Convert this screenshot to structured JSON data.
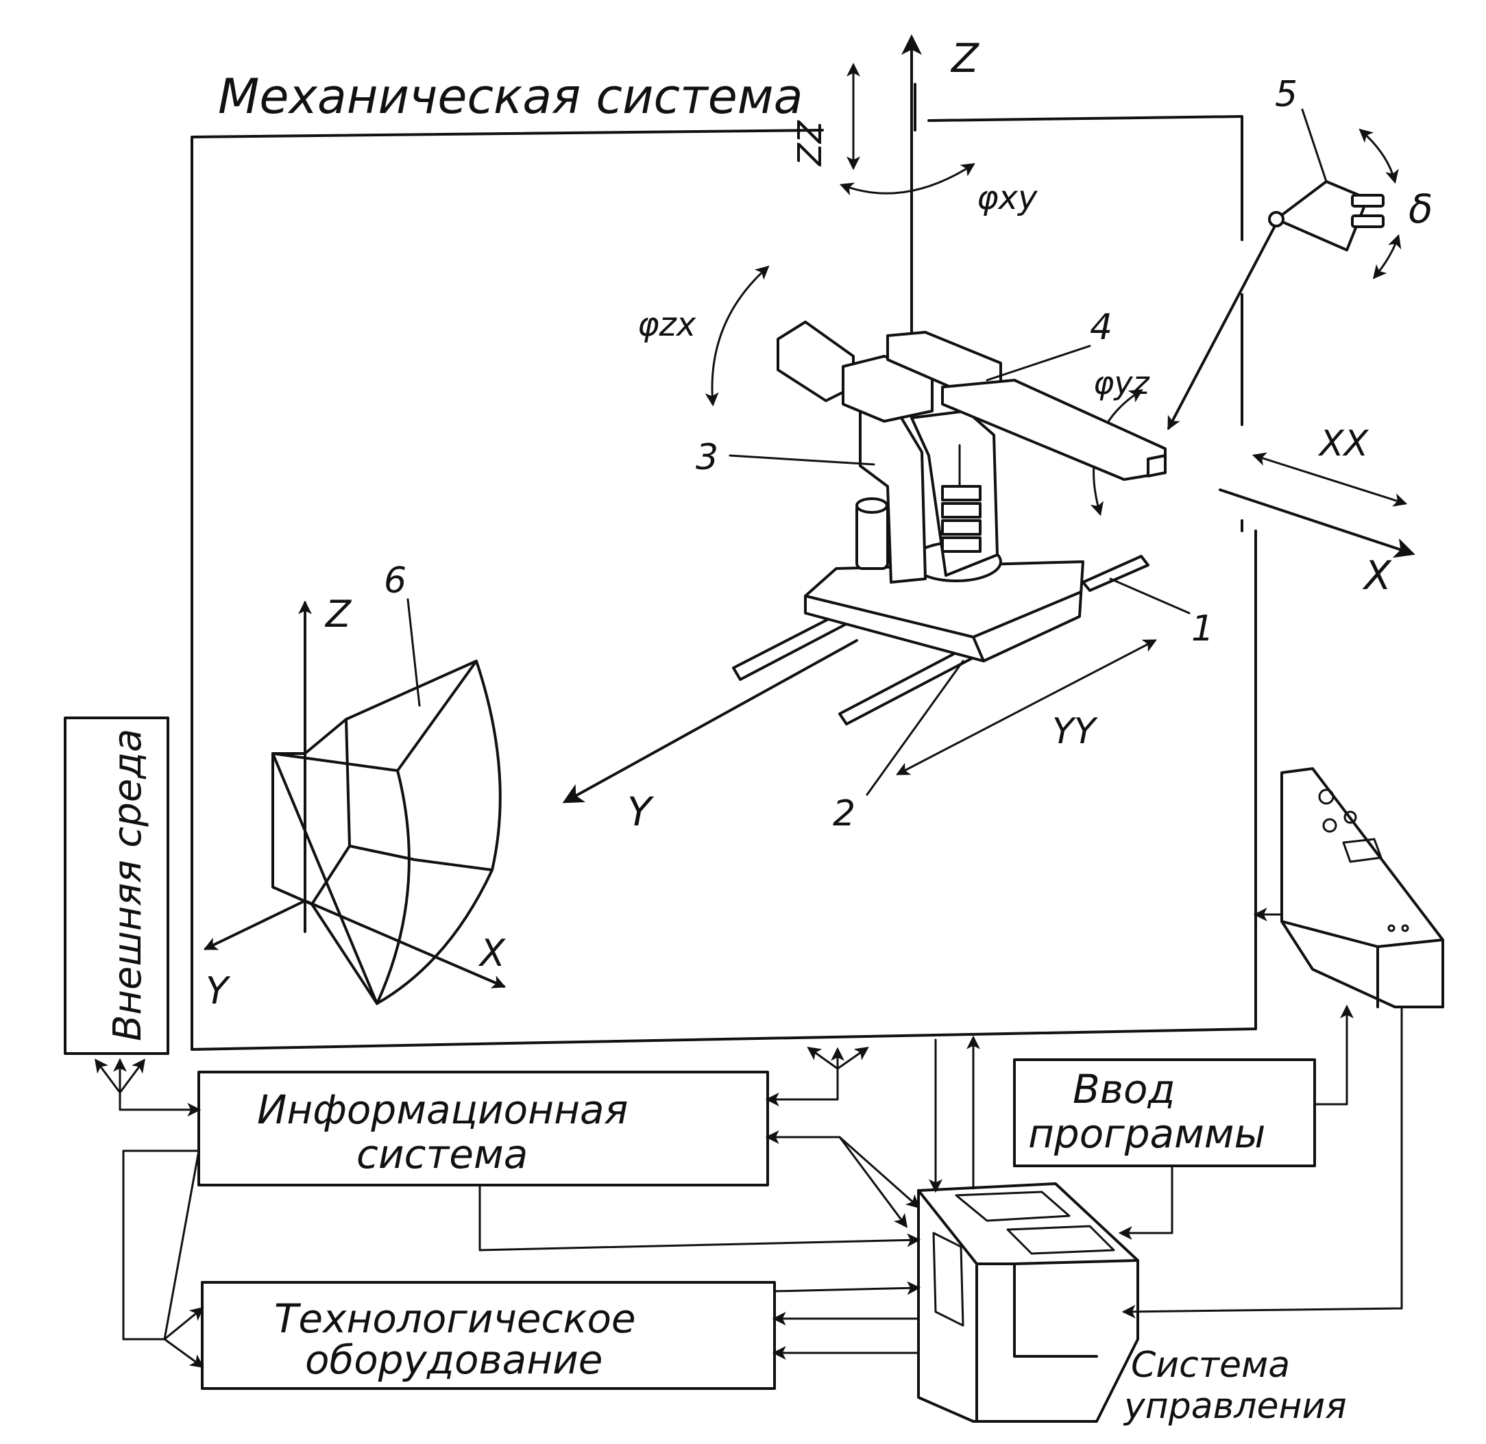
{
  "labels": {
    "mech_system": "Механическая система",
    "external_env": "Внешняя среда",
    "info_system_line1": "Информационная",
    "info_system_line2": "система",
    "program_input_line1": "Ввод",
    "program_input_line2": "программы",
    "tech_equipment_line1": "Технологическое",
    "tech_equipment_line2": "оборудование",
    "control_system_line1": "Система",
    "control_system_line2": "управления"
  },
  "axes": {
    "z_main": "Z",
    "zz": "ZZ",
    "phi_xy": "φxy",
    "phi_zx": "φzx",
    "phi_yz": "φyz",
    "xx": "XX",
    "x_main": "X",
    "yy": "YY",
    "y_main": "Y",
    "z_small": "Z",
    "y_small": "Y",
    "x_small": "X",
    "delta": "δ"
  },
  "callouts": {
    "n1": "1",
    "n2": "2",
    "n3": "3",
    "n4": "4",
    "n5": "5",
    "n6": "6"
  }
}
